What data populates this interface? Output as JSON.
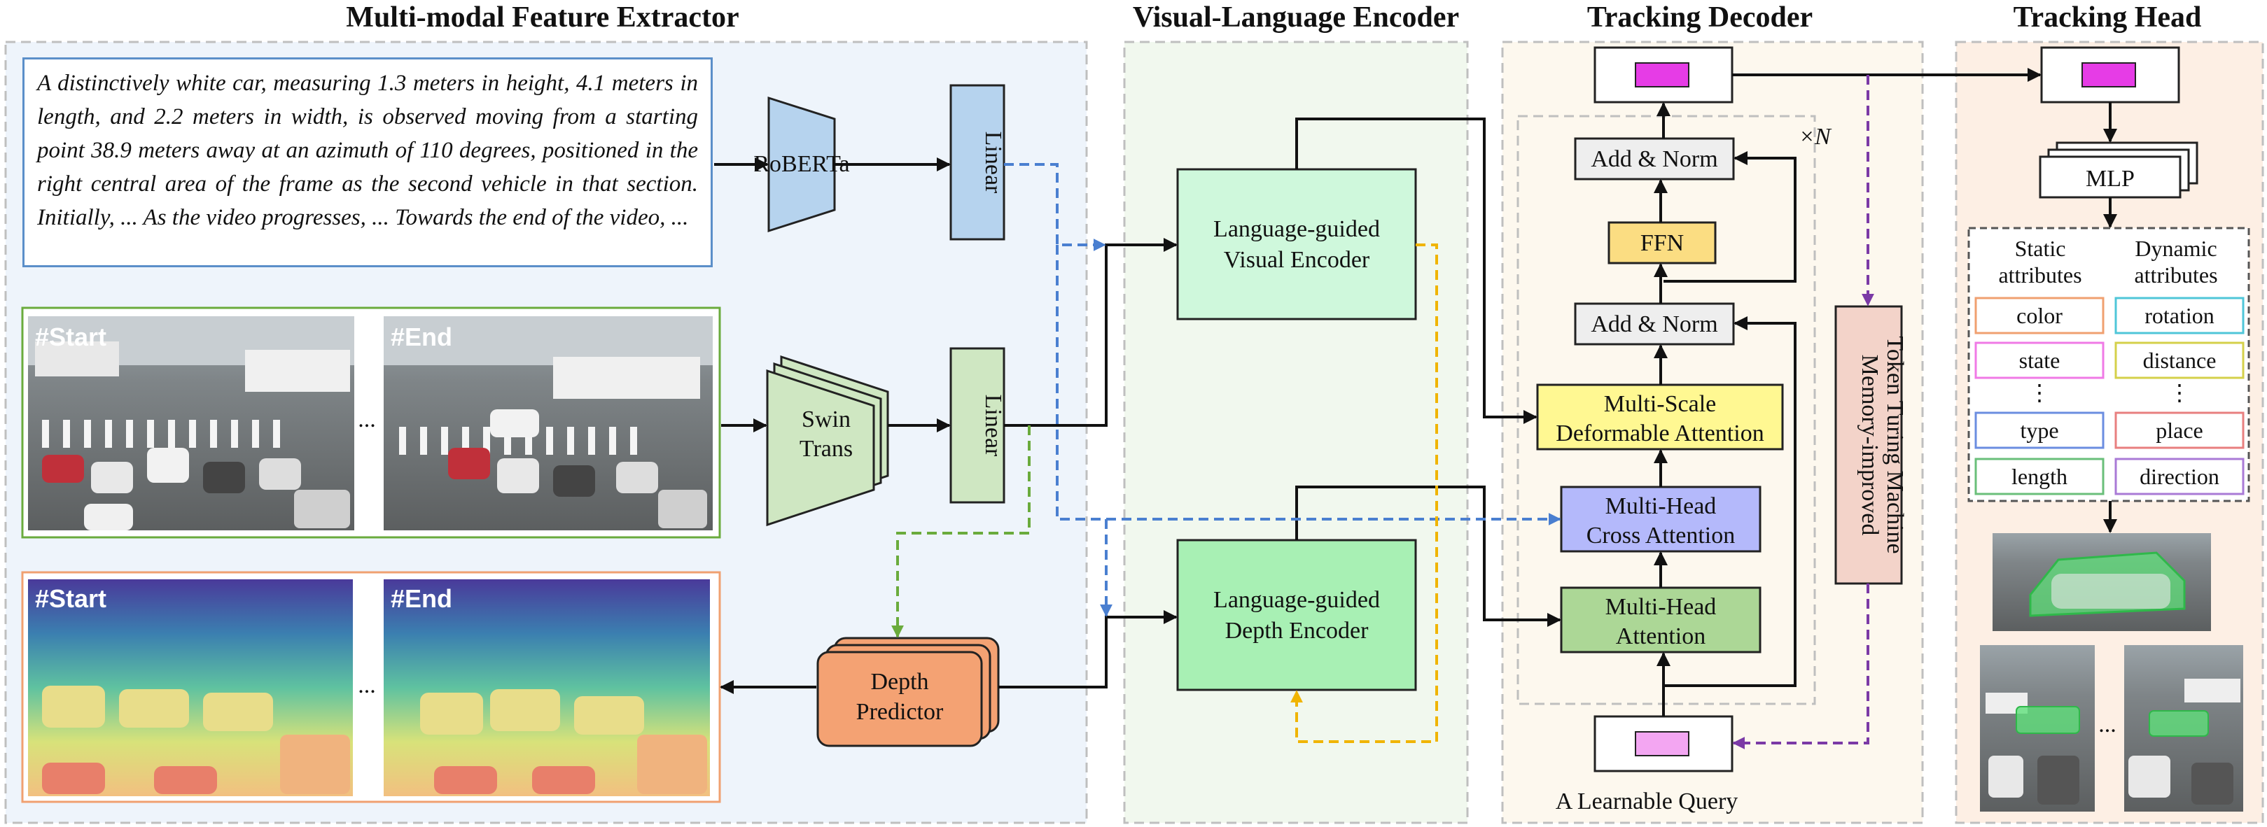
{
  "sections": {
    "extractor": "Multi-modal Feature Extractor",
    "encoder": "Visual-Language Encoder",
    "decoder": "Tracking Decoder",
    "head": "Tracking Head"
  },
  "description_text": "A distinctively white car, measuring 1.3 meters in height, 4.1 meters in length, and 2.2 meters in width, is observed moving from a starting point 38.9 meters away at an azimuth of 110 degrees, positioned in the right central area of the frame as the second vehicle in that section. Initially, ... As the video progresses, ... Towards the end of the video, ...",
  "frames": {
    "start": "#Start",
    "end": "#End",
    "ellipsis": "..."
  },
  "modules": {
    "roberta": "RoBERTa",
    "linear_text": "Linear",
    "swin_line1": "Swin",
    "swin_line2": "Trans",
    "linear_visual": "Linear",
    "depth_line1": "Depth",
    "depth_line2": "Predictor",
    "visual_enc_line1": "Language-guided",
    "visual_enc_line2": "Visual Encoder",
    "depth_enc_line1": "Language-guided",
    "depth_enc_line2": "Depth Encoder"
  },
  "decoder": {
    "repeat": "×N",
    "add_norm_top": "Add & Norm",
    "ffn": "FFN",
    "add_norm_mid": "Add & Norm",
    "msda_line1": "Multi-Scale",
    "msda_line2": "Deformable Attention",
    "mhca_line1": "Multi-Head",
    "mhca_line2": "Cross Attention",
    "mha_line1": "Multi-Head",
    "mha_line2": "Attention",
    "memory_line1": "Memory-improved",
    "memory_line2": "Token Turing Machine",
    "query_label": "A Learnable Query"
  },
  "head": {
    "mlp": "MLP",
    "static_line1": "Static",
    "static_line2": "attributes",
    "dynamic_line1": "Dynamic",
    "dynamic_line2": "attributes",
    "static_attrs": [
      "color",
      "state",
      "type",
      "length"
    ],
    "dynamic_attrs": [
      "rotation",
      "distance",
      "place",
      "direction"
    ],
    "vdots": "⋮",
    "ellipsis": "..."
  },
  "colors": {
    "extractor_bg": "#eef4fb",
    "encoder_bg": "#f1f8ee",
    "decoder_bg": "#fdf8ee",
    "head_bg": "#fdefe4",
    "text_arrow": "#4a7fd0",
    "visual_arrow": "#6aab3c",
    "depth_arrow": "#f0b400",
    "memory_arrow": "#7b3aa6",
    "query_token": "#f3a6f2",
    "output_token": "#e63ce6"
  }
}
